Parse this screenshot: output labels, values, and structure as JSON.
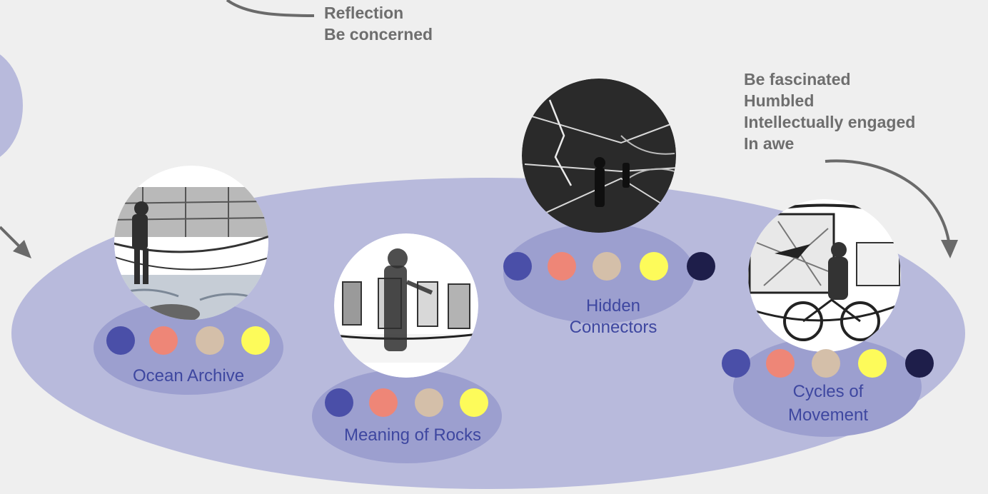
{
  "emotions_top": [
    "Reflection",
    "Be concerned"
  ],
  "emotions_right": [
    "Be fascinated",
    "Humbled",
    "Intellectually engaged",
    "In awe"
  ],
  "zones": [
    {
      "label_lines": [
        "Ocean Archive"
      ],
      "dots": [
        "#4a4fa8",
        "#ee8677",
        "#d4bfa9",
        "#fdfb5a"
      ]
    },
    {
      "label_lines": [
        "Meaning of Rocks"
      ],
      "dots": [
        "#4a4fa8",
        "#ee8677",
        "#d4bfa9",
        "#fdfb5a"
      ]
    },
    {
      "label_lines": [
        "Hidden",
        "Connectors"
      ],
      "dots": [
        "#4a4fa8",
        "#ee8677",
        "#d4bfa9",
        "#fdfb5a",
        "#1e1e4a"
      ]
    },
    {
      "label_lines": [
        "Cycles of",
        "Movement"
      ],
      "dots": [
        "#4a4fa8",
        "#ee8677",
        "#d4bfa9",
        "#fdfb5a",
        "#1e1e4a"
      ]
    }
  ],
  "colors": {
    "background": "#efefef",
    "floor": "#b8badc",
    "zone_platform": "#9c9fcf",
    "label_text": "#3e47a0",
    "emotion_text": "#6e6e6e",
    "arrow": "#6a6a6a"
  }
}
